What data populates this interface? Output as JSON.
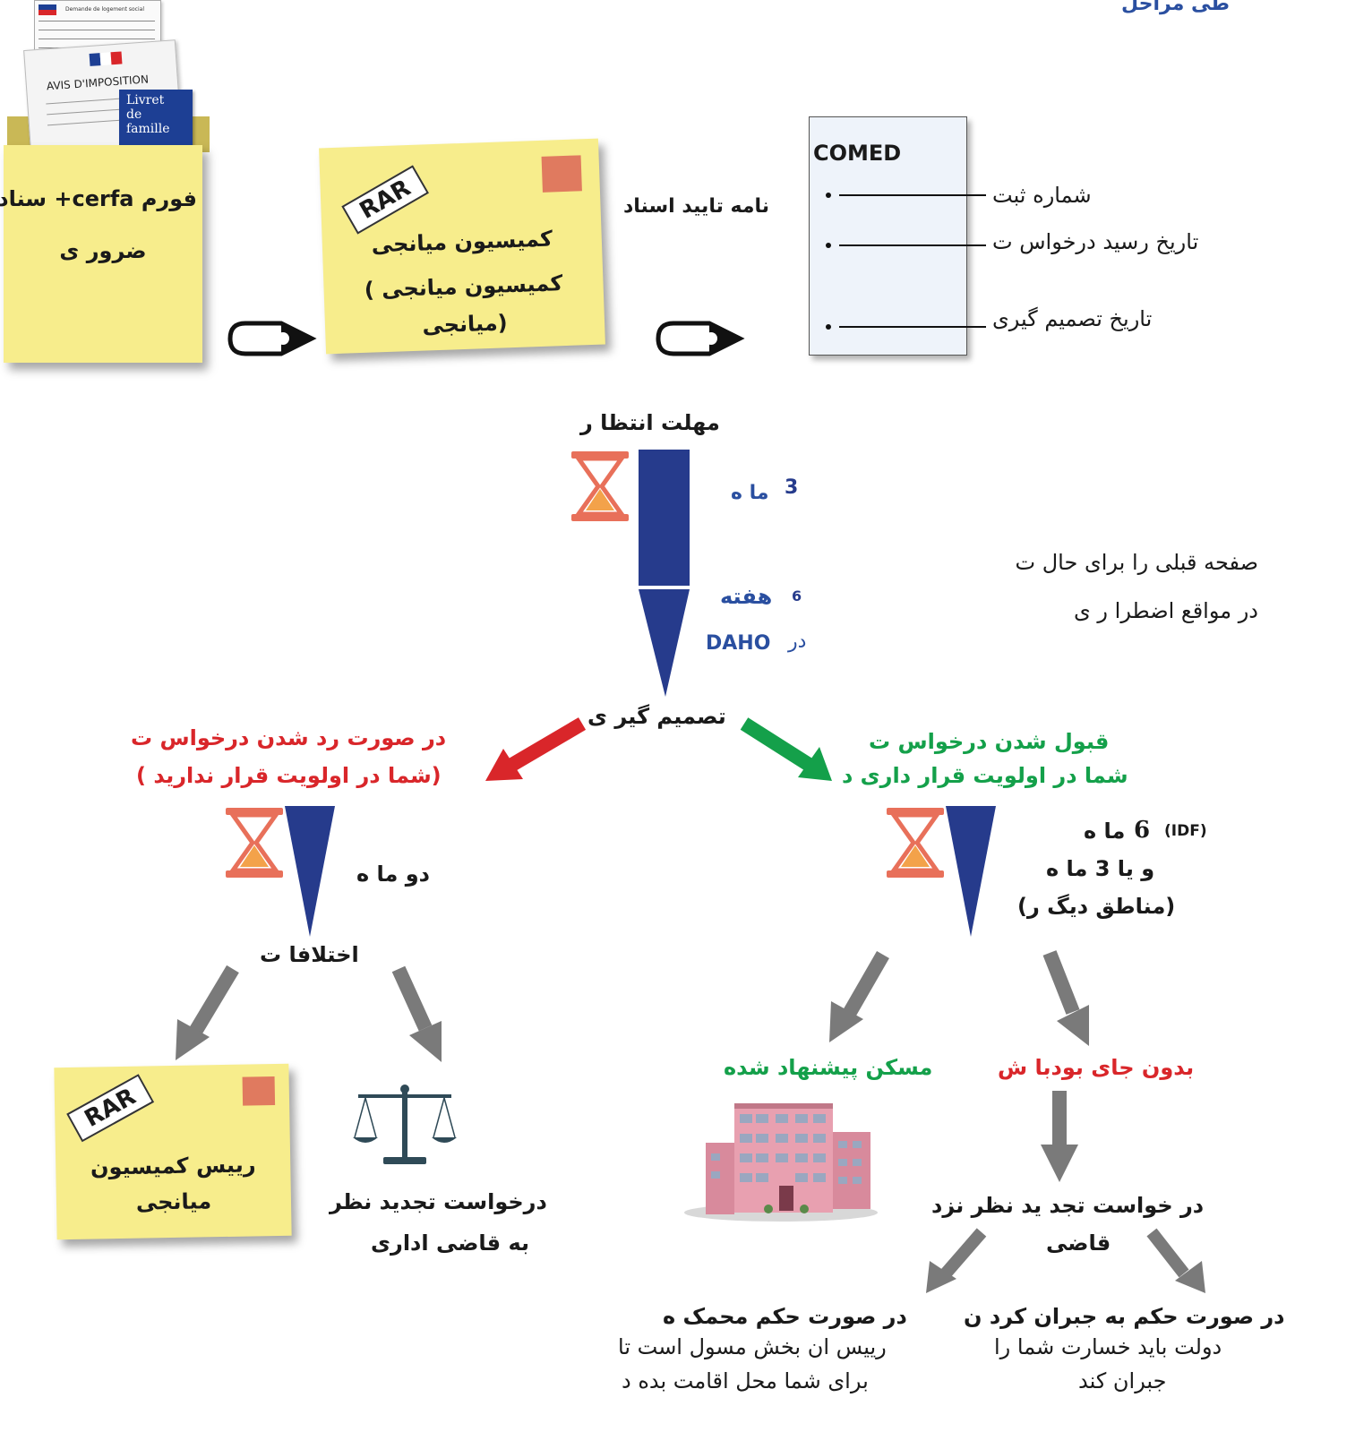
{
  "header": {
    "title": "طی مراحل"
  },
  "documents": {
    "form_title": "Demande de logement social",
    "tax_notice": "AVIS D'IMPOSITION",
    "livret_lines": [
      "Livret",
      "de",
      "famille"
    ]
  },
  "step1": {
    "line1": "فورم cerfa+ سناد",
    "line2": "ضرور ی"
  },
  "step2": {
    "rar": "RAR",
    "line1": "کمیسیون میانجی",
    "line2": "کمیسیون میانجی )",
    "line3": "(میانجی"
  },
  "confirmation_label": "نامه تایید اسناد",
  "comed": {
    "title": "COMED",
    "fields": [
      "شماره ثبت",
      "تاریخ رسید درخواس ت",
      "تاریخ تصمیم گیری"
    ]
  },
  "waiting": {
    "title": "مهلت انتظا ر",
    "months_num": "3",
    "months_unit": "ما ه",
    "weeks_num": "6",
    "weeks_unit": "هفته",
    "daho_prefix": "در",
    "daho": "DAHO"
  },
  "side_note": {
    "line1": "صفحه قبلی را برای حال ت",
    "line2": "در مواقع اضطرا ر ی"
  },
  "decision": "تصمیم گیر ی",
  "rejected": {
    "line1": "در صورت رد شدن درخواس ت",
    "line2": "(شما در اولویت قرار ندارید )",
    "duration": "دو ما ه",
    "dispute": "اختلافا ت",
    "rar": "RAR",
    "president_line1": "رییس کمیسیون",
    "president_line2": "میانجی",
    "appeal_line1": "درخواست تجدید نظر",
    "appeal_line2": "به قاضی اداری"
  },
  "accepted": {
    "line1": "قبول شدن درخواس ت",
    "line2": "شما در اولویت قرار داری د",
    "idf": "(IDF)",
    "six": "6",
    "months": "ما ه",
    "line_b": "و یا 3 ما ه",
    "line_c": "(مناطق دیگ ر)",
    "housing_offered": "مسکن پیشنهاد شده",
    "no_reply": "بدون جای بودبا ش",
    "judge_line1": "در خواست تجد ید نظر نزد",
    "judge_line2": "قاضی",
    "comp_title": "در صورت حکم به جبران کرد ن",
    "comp_line1": "دولت باید خسارت شما را",
    "comp_line2": "جبران کند",
    "order_title": "در صورت حکم محمک ه",
    "order_line1": "رییس ان بخش مسول است تا",
    "order_line2": "برای شما محل اقامت بده د"
  },
  "colors": {
    "navy": "#263b8c",
    "blue_text": "#2a4fa0",
    "red": "#d9262a",
    "green": "#14a04a",
    "grey_arrow": "#7a7a7a",
    "note_yellow": "#f7ed8c",
    "hourglass_red": "#e8705a",
    "hourglass_sand": "#f3a24a"
  }
}
